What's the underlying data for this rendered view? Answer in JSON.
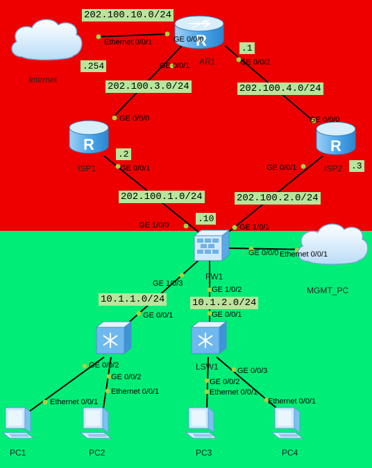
{
  "colors": {
    "top_zone": "#ee0000",
    "bottom_zone": "#00ee77",
    "label_bg": "#b7e59b",
    "port_dot": "#a6d23e",
    "device_blue": "#3aa0e6"
  },
  "devices": {
    "internet": {
      "label": "internet",
      "icon": "cloud-icon"
    },
    "ar1": {
      "label": "AR1",
      "icon": "router-icon"
    },
    "isp1": {
      "label": "ISP1",
      "icon": "router-icon"
    },
    "isp2": {
      "label": "ISP2",
      "icon": "router-icon"
    },
    "fw1": {
      "label": "FW1",
      "icon": "firewall-icon"
    },
    "mgmt_pc": {
      "label": "MGMT_PC",
      "icon": "cloud-icon"
    },
    "lsw_left": {
      "label": "",
      "icon": "switch-icon"
    },
    "lsw1": {
      "label": "LSW1",
      "icon": "switch-icon"
    },
    "pc1": {
      "label": "PC1",
      "icon": "pc-icon"
    },
    "pc2": {
      "label": "PC2",
      "icon": "pc-icon"
    },
    "pc3": {
      "label": "PC3",
      "icon": "pc-icon"
    },
    "pc4": {
      "label": "PC4",
      "icon": "pc-icon"
    }
  },
  "networks": {
    "n1": "202.100.10.0/24",
    "n2": "202.100.3.0/24",
    "n3": "202.100.4.0/24",
    "n4": "202.100.1.0/24",
    "n5": "202.100.2.0/24",
    "n6": "10.1.1.0/24",
    "n7": "10.1.2.0/24"
  },
  "host_ips": {
    "h254": ".254",
    "h1": ".1",
    "h2": ".2",
    "h3": ".3",
    "h10": ".10"
  },
  "ports": {
    "p01": "Ethernet 0/0/1",
    "p02": "GE 0/0/0",
    "p03": "GE 0/0/1",
    "p04": "GE 0/0/2",
    "p05": "GE 0/0/0",
    "p06": "GE 0/0/0",
    "p07": "GE 0/0/1",
    "p08": "GE 0/0/1",
    "p09": "GE 1/0/0",
    "p10": "GE 1/0/1",
    "p11": "GE 0/0/0",
    "p12": "Ethernet 0/0/1",
    "p13": "GE 1/0/3",
    "p14": "GE 1/0/2",
    "p15": "GE 0/0/1",
    "p16": "GE 0/0/1",
    "p17": "GE 0/0/2",
    "p18": "GE 0/0/2",
    "p19": "Ethernet 0/0/1",
    "p20": "Ethernet 0/0/1",
    "p21": "GE 0/0/2",
    "p22": "GE 0/0/3",
    "p23": "Ethernet 0/0/1",
    "p24": "Ethernet 0/0/1"
  }
}
